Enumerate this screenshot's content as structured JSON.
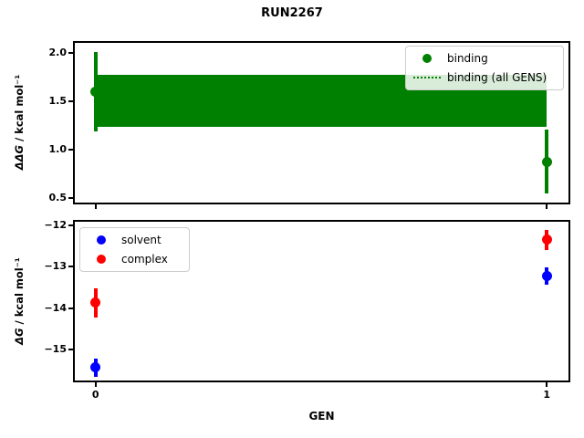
{
  "title": "RUN2267",
  "colors": {
    "binding": "#008000",
    "solvent": "#0000ff",
    "complex": "#ff0000",
    "axes": "#000000",
    "legend_border": "#cccccc"
  },
  "top_panel": {
    "ylabel_math": "ΔΔG",
    "ylabel_rest": " / kcal mol⁻¹",
    "legend": {
      "position": "upper right",
      "entries": [
        {
          "label": "binding",
          "marker": "dot",
          "color": "#008000"
        },
        {
          "label": "binding (all GENS)",
          "marker": "dotted-line",
          "color": "#008000"
        }
      ]
    }
  },
  "bottom_panel": {
    "ylabel_math": "ΔG",
    "ylabel_rest": " / kcal mol⁻¹",
    "xlabel": "GEN",
    "legend": {
      "position": "upper left",
      "entries": [
        {
          "label": "solvent",
          "marker": "dot",
          "color": "#0000ff"
        },
        {
          "label": "complex",
          "marker": "dot",
          "color": "#ff0000"
        }
      ]
    }
  },
  "chart_data": [
    {
      "type": "scatter",
      "name": "binding-free-energy-panel",
      "title": "RUN2267",
      "ylabel": "ΔΔG / kcal mol⁻¹",
      "xlabel": "",
      "xlim": [
        -0.046,
        1.048
      ],
      "ylim": [
        0.45,
        2.1
      ],
      "grid": false,
      "show_xtick_labels": false,
      "yticks": [
        {
          "v": 0.5,
          "label": "0.5"
        },
        {
          "v": 1.0,
          "label": "1.0"
        },
        {
          "v": 1.5,
          "label": "1.5"
        },
        {
          "v": 2.0,
          "label": "2.0"
        }
      ],
      "xticks": [
        {
          "v": 0,
          "label": "0"
        },
        {
          "v": 1,
          "label": "1"
        }
      ],
      "series": [
        {
          "name": "binding",
          "color": "#008000",
          "marker": "circle",
          "points": [
            {
              "x": 0,
              "y": 1.6,
              "yerr": 0.41
            },
            {
              "x": 1,
              "y": 0.87,
              "yerr": 0.33
            }
          ]
        }
      ],
      "band": {
        "label": "binding (all GENS)",
        "color": "#008000",
        "x0": 0,
        "x1": 1,
        "y_lo": 1.23,
        "y_hi": 1.77,
        "y_mean": 1.5
      },
      "legend_position": "upper right"
    },
    {
      "type": "scatter",
      "name": "dg-panel",
      "ylabel": "ΔG / kcal mol⁻¹",
      "xlabel": "GEN",
      "xlim": [
        -0.046,
        1.048
      ],
      "ylim": [
        -15.75,
        -11.91
      ],
      "grid": false,
      "show_xtick_labels": true,
      "yticks": [
        {
          "v": -15,
          "label": "−15"
        },
        {
          "v": -14,
          "label": "−14"
        },
        {
          "v": -13,
          "label": "−13"
        },
        {
          "v": -12,
          "label": "−12"
        }
      ],
      "xticks": [
        {
          "v": 0,
          "label": "0"
        },
        {
          "v": 1,
          "label": "1"
        }
      ],
      "series": [
        {
          "name": "solvent",
          "color": "#0000ff",
          "marker": "circle",
          "points": [
            {
              "x": 0,
              "y": -15.44,
              "yerr": 0.22
            },
            {
              "x": 1,
              "y": -13.22,
              "yerr": 0.21
            }
          ]
        },
        {
          "name": "complex",
          "color": "#ff0000",
          "marker": "circle",
          "points": [
            {
              "x": 0,
              "y": -13.87,
              "yerr": 0.35
            },
            {
              "x": 1,
              "y": -12.35,
              "yerr": 0.25
            }
          ]
        }
      ],
      "legend_position": "upper left"
    }
  ]
}
